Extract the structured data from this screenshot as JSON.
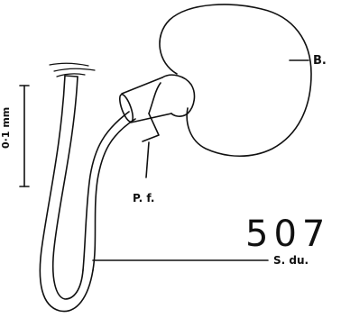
{
  "figure": {
    "number": "507",
    "scale_label": "0·1 mm",
    "labels": {
      "bulb": "B.",
      "pf": "P. f.",
      "sdu": "S. du."
    },
    "ink_color": "#111111",
    "background_color": "#ffffff"
  }
}
